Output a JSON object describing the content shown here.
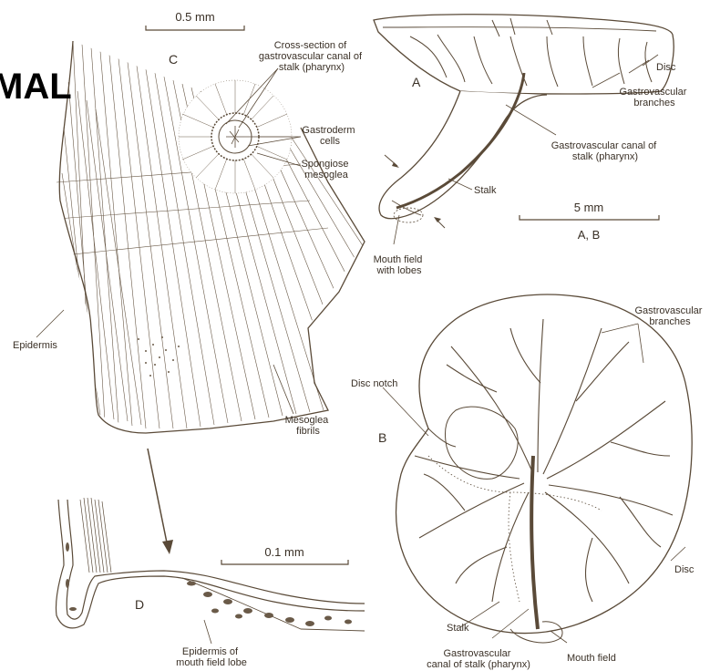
{
  "overlay": {
    "big_text": "MAL"
  },
  "panels": {
    "a": "A",
    "b": "B",
    "c": "C",
    "d": "D"
  },
  "scales": {
    "c": "0.5 mm",
    "ab": "5 mm",
    "ab_sub": "A, B",
    "d": "0.1 mm"
  },
  "labels": {
    "cross_section": [
      "Cross-section of",
      "gastrovascular canal of",
      "stalk (pharynx)"
    ],
    "gastroderm": [
      "Gastroderm",
      "cells"
    ],
    "spongiose": [
      "Spongiose",
      "mesoglea"
    ],
    "epidermis": "Epidermis",
    "mesoglea_fibrils": [
      "Mesoglea",
      "fibrils"
    ],
    "disc_a": "Disc",
    "gv_branches_a": [
      "Gastrovascular",
      "branches"
    ],
    "gv_canal_a": [
      "Gastrovascular canal of",
      "stalk (pharynx)"
    ],
    "stalk_a": "Stalk",
    "mouth_field_lobes": [
      "Mouth field",
      "with lobes"
    ],
    "gv_branches_b": [
      "Gastrovascular",
      "branches"
    ],
    "disc_notch": "Disc notch",
    "disc_b": "Disc",
    "stalk_b": "Stalk",
    "gv_canal_b": [
      "Gastrovascular",
      "canal of stalk (pharynx)"
    ],
    "mouth_field_b": "Mouth field",
    "epidermis_lobe": [
      "Epidermis of",
      "mouth field lobe"
    ]
  },
  "colors": {
    "ink": "#5a4a38",
    "text": "#3a3026",
    "background": "#ffffff"
  }
}
